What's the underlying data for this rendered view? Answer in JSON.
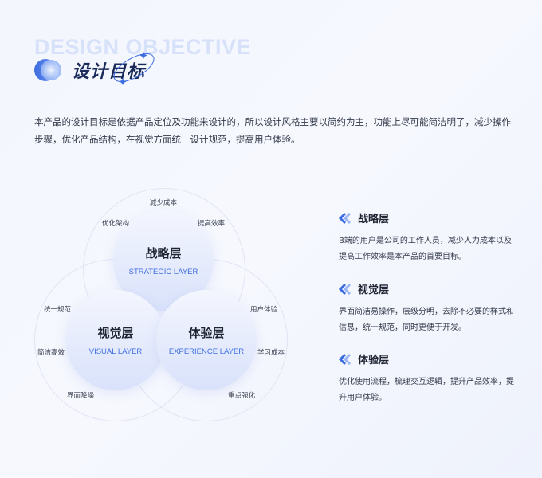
{
  "header": {
    "bg_title": "DESIGN OBJECTIVE",
    "title": "设计目标"
  },
  "intro": "本产品的设计目标是依据产品定位及功能来设计的，所以设计风格主要以简约为主，功能上尽可能简洁明了，减少操作步骤，优化产品结构，在视觉方面统一设计规范，提高用户体验。",
  "diagram": {
    "layers": [
      {
        "cn": "战略层",
        "en": "STRATEGIC LAYER"
      },
      {
        "cn": "视觉层",
        "en": "VISUAL LAYER"
      },
      {
        "cn": "体验层",
        "en": "EXPERIENCE LAYER"
      }
    ],
    "tags": [
      "减少成本",
      "优化架构",
      "提高效率",
      "统一规范",
      "简洁高效",
      "界面降噪",
      "用户体验",
      "学习成本",
      "重点强化"
    ]
  },
  "sections": [
    {
      "title": "战略层",
      "desc": "B端的用户是公司的工作人员，减少人力成本以及提高工作效率是本产品的首要目标。"
    },
    {
      "title": "视觉层",
      "desc": "界面简洁易操作，层级分明，去除不必要的样式和信息，统一规范，同时更便于开发。"
    },
    {
      "title": "体验层",
      "desc": "优化使用流程，梳理交互逻辑，提升产品效率，提升用户体验。"
    }
  ],
  "colors": {
    "accent": "#3d6de0",
    "title": "#1a2a5a"
  }
}
